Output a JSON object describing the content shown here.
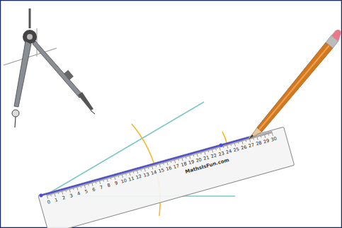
{
  "diagram": {
    "labels": [
      "0",
      "1",
      "2",
      "3",
      "4",
      "5",
      "6",
      "7",
      "8",
      "9",
      "10",
      "11",
      "12",
      "13",
      "14",
      "15",
      "16",
      "17",
      "18",
      "19",
      "20",
      "21",
      "22",
      "23",
      "24",
      "25",
      "26",
      "27",
      "28",
      "29",
      "30",
      "MathsIsFun.com"
    ]
  }
}
